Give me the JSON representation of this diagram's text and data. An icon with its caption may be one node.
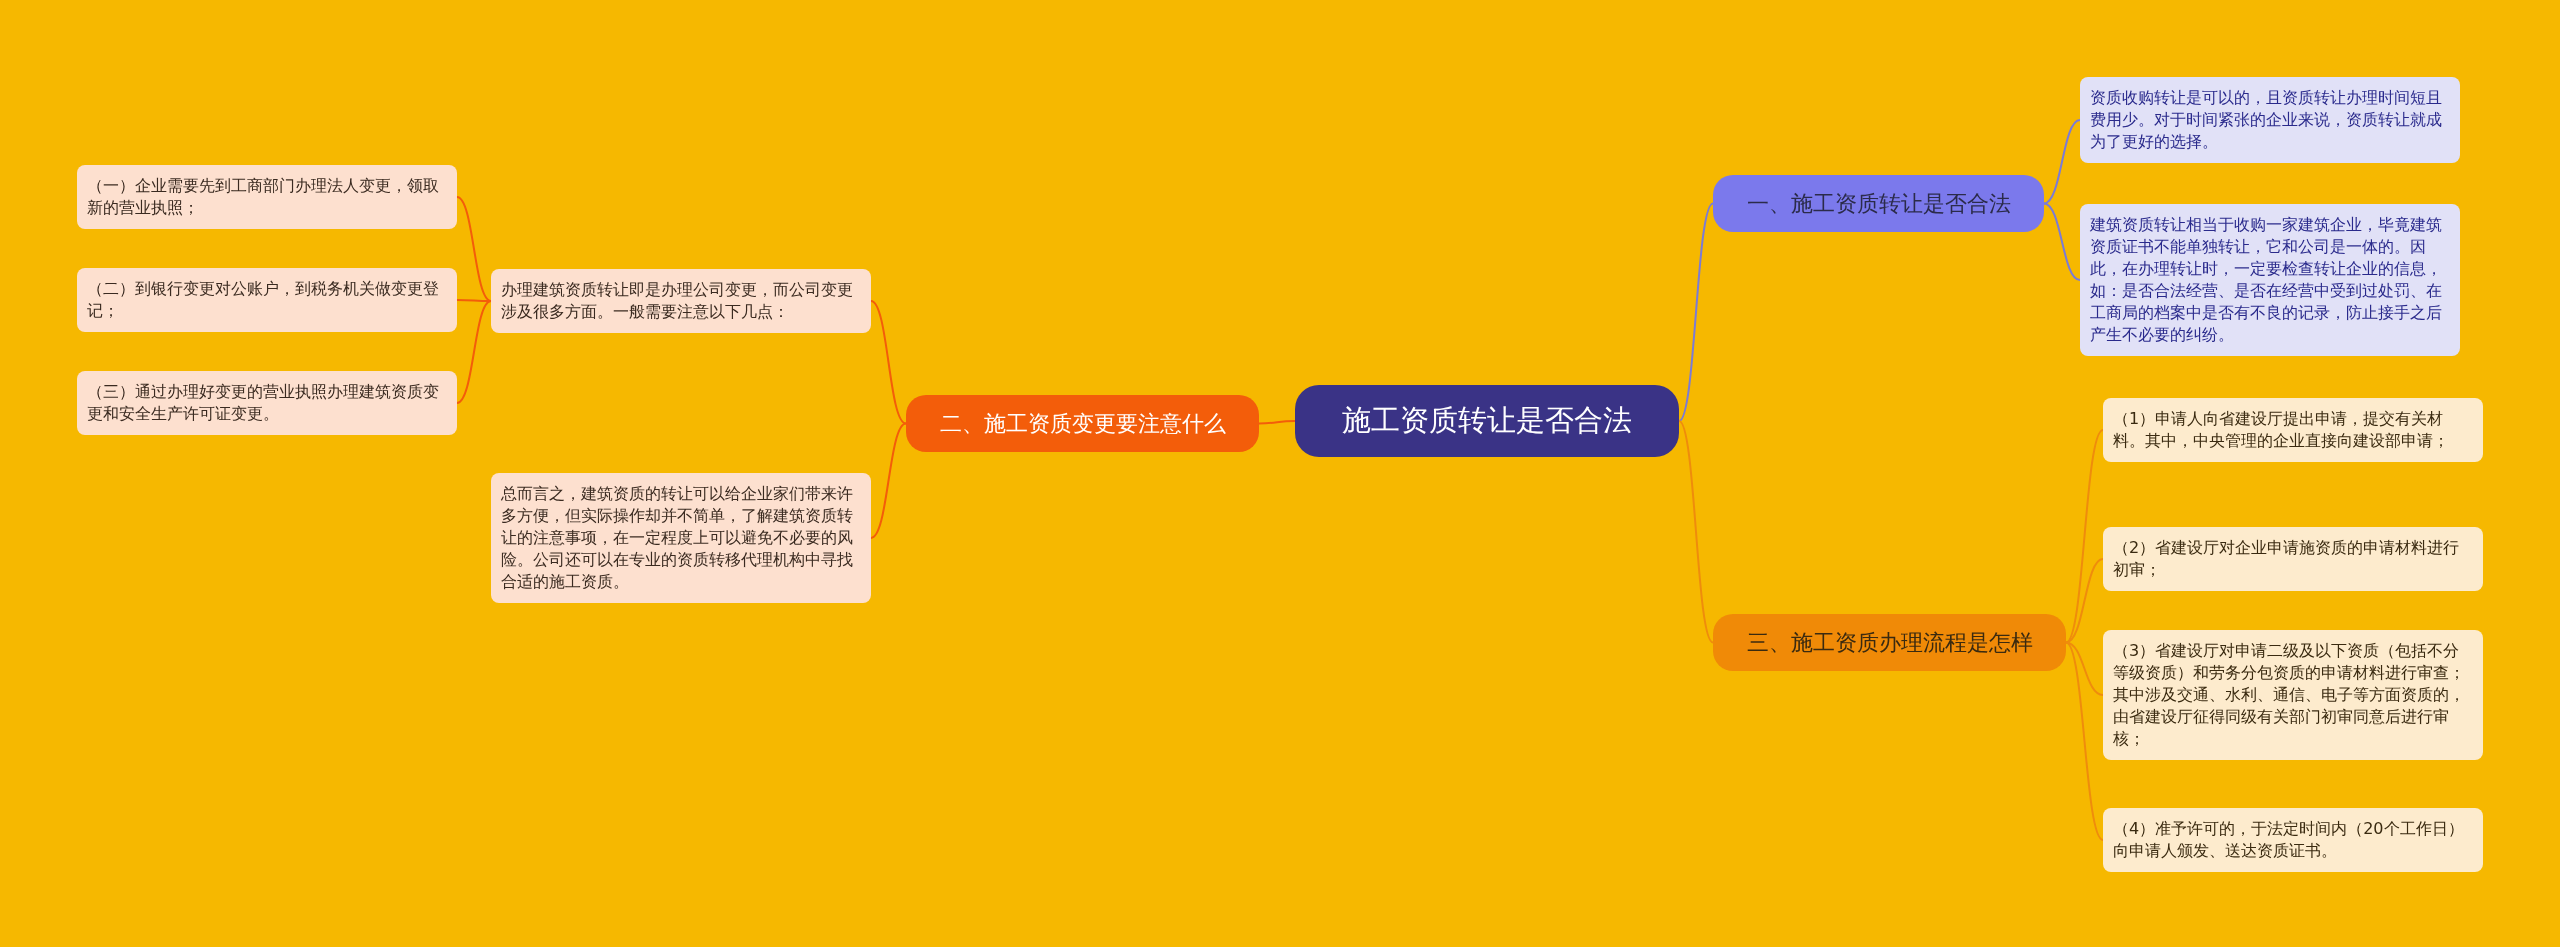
{
  "diagram": {
    "nodes": [
      {
        "text": [
          "施工资质转让是否合法"
        ]
      },
      {
        "text": [
          "一、施工资质转让是否合法"
        ]
      },
      {
        "text": [
          "资质收购转让是可以的，且资质转让办理时间短且费用少。对于时间紧张的企业来说，资质转让就成为了更好的选择。"
        ]
      },
      {
        "text": [
          "建筑资质转让相当于收购一家建筑企业，毕竟建筑资质证书不能单独转让，它和公司是一体的。因此，在办理转让时，一定要检查转让企业的信息，如：是否合法经营、是否在经营中受到过处罚、在工商局的档案中是否有不良的记录，防止接手之后产生不必要的纠纷。"
        ]
      },
      {
        "text": [
          "二、施工资质变更要注意什么"
        ]
      },
      {
        "text": [
          "办理建筑资质转让即是办理公司变更，而公司变更涉及很多方面。一般需要注意以下几点："
        ]
      },
      {
        "text": [
          "（一）企业需要先到工商部门办理法人变更，领取新的营业执照；"
        ]
      },
      {
        "text": [
          "（二）到银行变更对公账户，到税务机关做变更登记；"
        ]
      },
      {
        "text": [
          "（三）通过办理好变更的营业执照办理建筑资质变更和安全生产许可证变更。"
        ]
      },
      {
        "text": [
          "总而言之，建筑资质的转让可以给企业家们带来许多方便，但实际操作却并不简单，了解建筑资质转让的注意事项，在一定程度上可以避免不必要的风险。公司还可以在专业的资质转移代理机构中寻找合适的施工资质。"
        ]
      },
      {
        "text": [
          "三、施工资质办理流程是怎样"
        ]
      },
      {
        "text": [
          "（1）申请人向省建设厅提出申请，提交有关材料。其中，中央管理的企业直接向建设部申请；"
        ]
      },
      {
        "text": [
          "（2）省建设厅对企业申请施资质的申请材料进行初审；"
        ]
      },
      {
        "text": [
          "（3）省建设厅对申请二级及以下资质（包括不分等级资质）和劳务分包资质的申请材料进行审查；其中涉及交通、水利、通信、电子等方面资质的，由省建设厅征得同级有关部门初审同意后进行审核；"
        ]
      },
      {
        "text": [
          "（4）准予许可的，于法定时间内（20个工作日）向申请人颁发、送达资质证书。"
        ]
      }
    ],
    "edges": [
      {
        "from": 0,
        "to": 1,
        "arrow": "none",
        "color": "#7b7bd6"
      },
      {
        "from": 1,
        "to": 2,
        "arrow": "none",
        "color": "#7b7bd6"
      },
      {
        "from": 1,
        "to": 3,
        "arrow": "none",
        "color": "#7b7bd6"
      },
      {
        "from": 0,
        "to": 4,
        "arrow": "none"
      },
      {
        "from": 4,
        "to": 5,
        "arrow": "none"
      },
      {
        "from": 5,
        "to": 6,
        "arrow": "none"
      },
      {
        "from": 5,
        "to": 7,
        "arrow": "none"
      },
      {
        "from": 5,
        "to": 8,
        "arrow": "none"
      },
      {
        "from": 4,
        "to": 9,
        "arrow": "none"
      },
      {
        "from": 0,
        "to": 10,
        "arrow": "none",
        "color": "#ef8c0c"
      },
      {
        "from": 10,
        "to": 11,
        "arrow": "none",
        "color": "#ef8c0c"
      },
      {
        "from": 10,
        "to": 12,
        "arrow": "none",
        "color": "#ef8c0c"
      },
      {
        "from": 10,
        "to": 13,
        "arrow": "none",
        "color": "#ef8c0c"
      },
      {
        "from": 10,
        "to": 14,
        "arrow": "none",
        "color": "#ef8c0c"
      }
    ]
  }
}
